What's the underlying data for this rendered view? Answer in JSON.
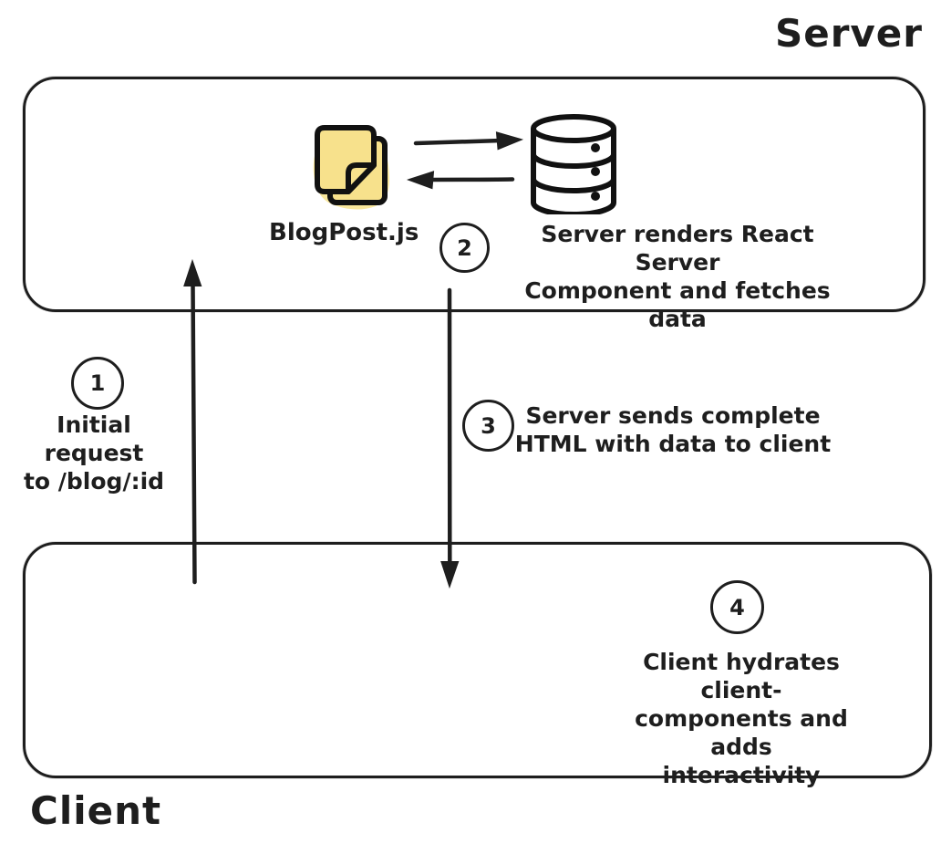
{
  "colors": {
    "ink": "#1e1e1e",
    "accent_yellow": "#f7e18c",
    "accent_yellow_soft": "#f9e79c",
    "background": "#ffffff"
  },
  "regions": {
    "server_label": "Server",
    "client_label": "Client"
  },
  "file": {
    "label": "BlogPost.js"
  },
  "steps": [
    {
      "number": "1",
      "lines": [
        "Initial request",
        "to /blog/:id"
      ]
    },
    {
      "number": "2",
      "lines": [
        "Server renders React Server",
        "Component and fetches data"
      ]
    },
    {
      "number": "3",
      "lines": [
        "Server sends complete",
        "HTML with data to client"
      ]
    },
    {
      "number": "4",
      "lines": [
        "Client hydrates client-",
        "components and adds",
        "interactivity"
      ]
    }
  ],
  "arrows": [
    {
      "name": "arrow-initial-request",
      "direction": "up",
      "from": "client",
      "to": "server"
    },
    {
      "name": "arrow-render-request",
      "direction": "right",
      "from": "blogpost-file",
      "to": "database"
    },
    {
      "name": "arrow-data-response",
      "direction": "left",
      "from": "database",
      "to": "blogpost-file"
    },
    {
      "name": "arrow-html-response",
      "direction": "down",
      "from": "server",
      "to": "client"
    }
  ]
}
